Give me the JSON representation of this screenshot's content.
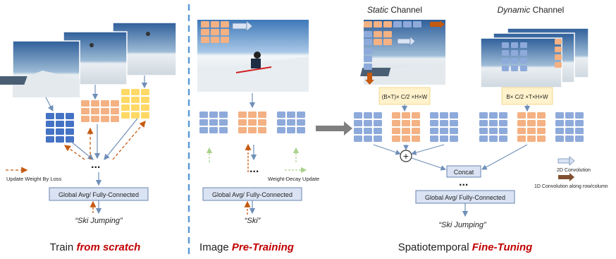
{
  "panels": {
    "scratch": {
      "caption_prefix": "Train ",
      "caption_emph": "from scratch",
      "legend_dashed": "Update Weight By Loss",
      "ellipsis": "...",
      "head_box": "Global Avg/ Fully-Connected",
      "label": "“Ski Jumping”"
    },
    "pretrain": {
      "caption_prefix": "Image ",
      "caption_emph": "Pre-Training",
      "ellipsis": "...",
      "decay_label": "Weight-Decay Update",
      "head_box": "Global Avg/ Fully-Connected",
      "label": "“Ski”"
    },
    "finetune": {
      "caption_prefix": "Spatiotemporal ",
      "caption_emph": "Fine-Tuning",
      "static_emph": "Static",
      "static_rest": " Channel",
      "dynamic_emph": "Dynamic",
      "dynamic_rest": " Channel",
      "static_formula": "(B×T)× C/2 ×H×W",
      "dynamic_formula": "B× C/2 ×T×H×W",
      "concat": "Concat",
      "ellipsis": "...",
      "head_box": "Global Avg/ Fully-Connected",
      "label": "“Ski Jumping”",
      "legend_2d": "2D Convolution",
      "legend_1d": "1D Convolution along row/column"
    }
  },
  "colors": {
    "blue_cell": "#8eaadb",
    "dark_blue_cell": "#4472c4",
    "orange_cell": "#f4b183",
    "yellow_cell": "#ffd966",
    "box_fill": "#dae3f3",
    "formula_fill": "#fff2cc",
    "accent_red": "#c00000",
    "dashed_orange": "#c55a11",
    "dashed_green": "#a9d18e",
    "divider": "#5b9bd5"
  }
}
